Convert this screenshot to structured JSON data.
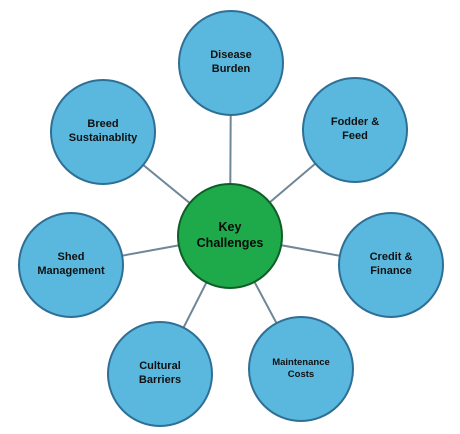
{
  "center": {
    "label": "Key\nChallenges",
    "color": "#1eaa4a"
  },
  "nodes": [
    {
      "id": "disease-burden",
      "label": "Disease\nBurden"
    },
    {
      "id": "fodder-feed",
      "label": "Fodder &\nFeed"
    },
    {
      "id": "credit-finance",
      "label": "Credit &\nFinance"
    },
    {
      "id": "maintenance-costs",
      "label": "Maintenance\nCosts"
    },
    {
      "id": "cultural-barriers",
      "label": "Cultural\nBarriers"
    },
    {
      "id": "shed-management",
      "label": "Shed\nManagement"
    },
    {
      "id": "breed-sustainability",
      "label": "Breed\nSustainablity"
    }
  ],
  "colors": {
    "outer_fill": "#5ab8de",
    "outer_stroke": "#2f6f96",
    "edge": "#6f8797"
  }
}
